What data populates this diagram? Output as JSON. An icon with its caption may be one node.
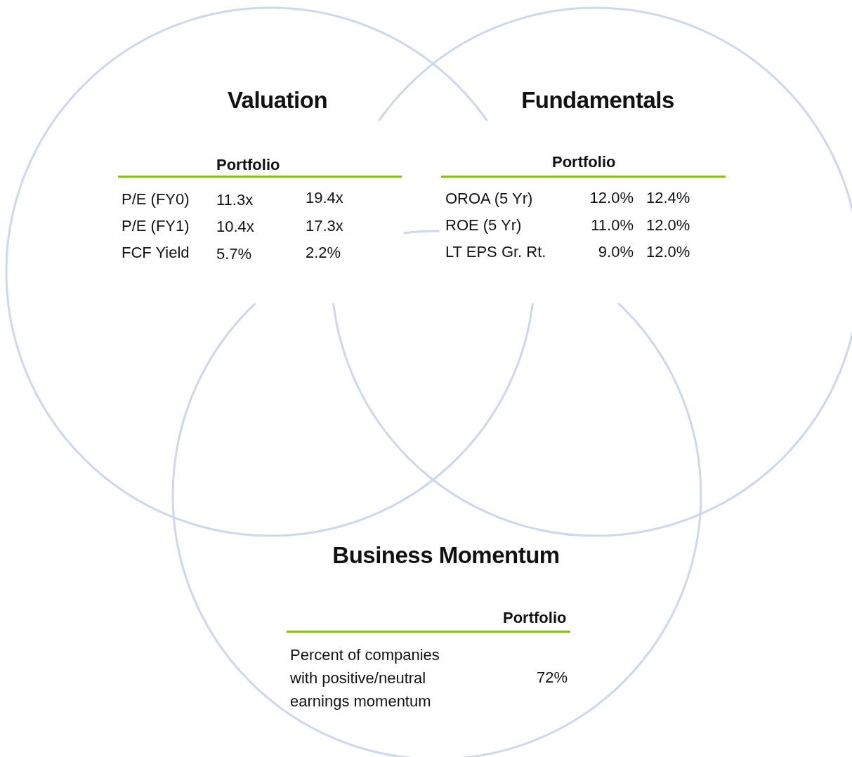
{
  "diagram": {
    "nodes": [
      {
        "text": [
          "Valuation"
        ]
      },
      {
        "text": [
          "Fundamentals"
        ]
      },
      {
        "text": [
          "Business Momentum"
        ]
      }
    ],
    "labels": [
      "Portfolio",
      "P/E (FY0)",
      "11.3x",
      "19.4x",
      "P/E (FY1)",
      "10.4x",
      "17.3x",
      "FCF Yield",
      "5.7%",
      "2.2%",
      "Portfolio",
      "OROA (5 Yr)",
      "12.0%",
      "12.4%",
      "ROE (5 Yr)",
      "11.0%",
      "12.0%",
      "LT EPS Gr. Rt.",
      "9.0%",
      "12.0%",
      "Portfolio",
      "Percent of companies with positive/neutral earnings momentum",
      "72%"
    ]
  }
}
